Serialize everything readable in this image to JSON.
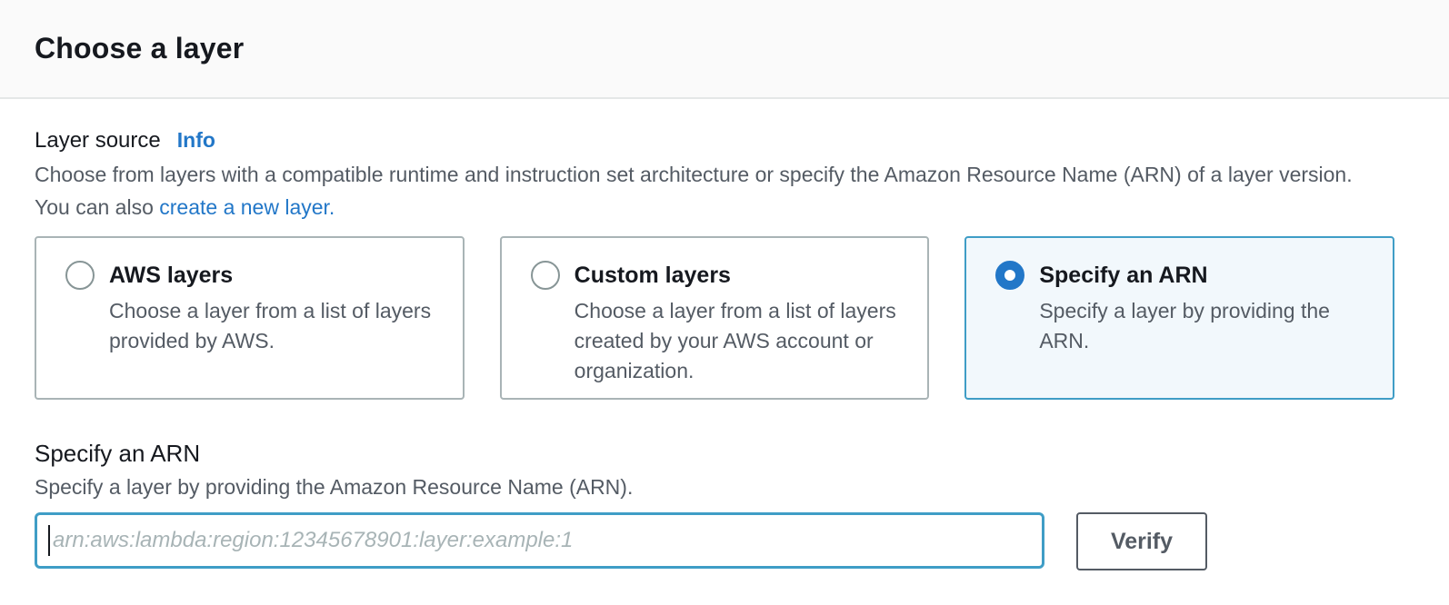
{
  "header": {
    "title": "Choose a layer"
  },
  "layer_source": {
    "label": "Layer source",
    "info_label": "Info",
    "description": "Choose from layers with a compatible runtime and instruction set architecture or specify the Amazon Resource Name (ARN) of a layer version. You can also",
    "create_link_label": "create a new layer."
  },
  "options": [
    {
      "title": "AWS layers",
      "description": "Choose a layer from a list of layers provided by AWS.",
      "selected": false
    },
    {
      "title": "Custom layers",
      "description": "Choose a layer from a list of layers created by your AWS account or organization.",
      "selected": false
    },
    {
      "title": "Specify an ARN",
      "description": "Specify a layer by providing the ARN.",
      "selected": true
    }
  ],
  "arn_section": {
    "heading": "Specify an ARN",
    "description": "Specify a layer by providing the Amazon Resource Name (ARN).",
    "input_value": "",
    "input_placeholder": "arn:aws:lambda:region:12345678901:layer:example:1",
    "verify_label": "Verify"
  },
  "colors": {
    "link_blue": "#2277c8",
    "radio_selected_blue": "#2277c8",
    "selected_card_border": "#3f9dc6",
    "selected_card_bg": "#f2f8fc",
    "unselected_card_border": "#a9b4b6",
    "text_dark": "#16191f",
    "text_gray": "#545b64",
    "header_bg": "#fafafa",
    "divider": "#e4e7e7",
    "placeholder_gray": "#a8b4b6"
  }
}
